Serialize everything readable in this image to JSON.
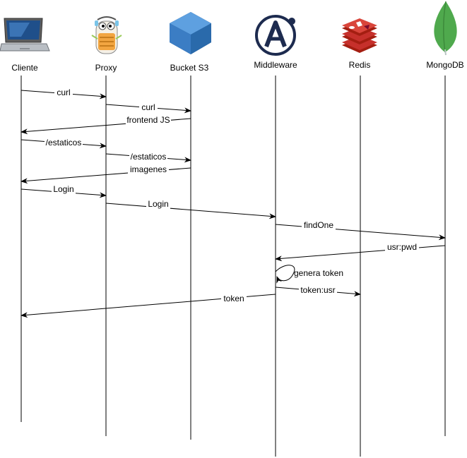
{
  "actors": [
    {
      "id": "cliente",
      "label": "Cliente",
      "icon": "laptop-icon"
    },
    {
      "id": "proxy",
      "label": "Proxy",
      "icon": "gopher-proxy-icon"
    },
    {
      "id": "bucket",
      "label": "Bucket S3",
      "icon": "s3-bucket-icon"
    },
    {
      "id": "middleware",
      "label": "Middleware",
      "icon": "middleware-a-logo-icon"
    },
    {
      "id": "redis",
      "label": "Redis",
      "icon": "redis-icon"
    },
    {
      "id": "mongodb",
      "label": "MongoDB",
      "icon": "mongodb-leaf-icon"
    }
  ],
  "messages": [
    {
      "from": "cliente",
      "to": "proxy",
      "label": "curl"
    },
    {
      "from": "proxy",
      "to": "bucket",
      "label": "curl"
    },
    {
      "from": "bucket",
      "to": "cliente",
      "label": "frontend JS"
    },
    {
      "from": "cliente",
      "to": "proxy",
      "label": "/estaticos"
    },
    {
      "from": "proxy",
      "to": "bucket",
      "label": "/estaticos"
    },
    {
      "from": "bucket",
      "to": "cliente",
      "label": "imagenes"
    },
    {
      "from": "cliente",
      "to": "proxy",
      "label": "Login"
    },
    {
      "from": "proxy",
      "to": "middleware",
      "label": "Login"
    },
    {
      "from": "middleware",
      "to": "mongodb",
      "label": "findOne"
    },
    {
      "from": "mongodb",
      "to": "middleware",
      "label": "usr:pwd"
    },
    {
      "from": "middleware",
      "to": "middleware",
      "label": "genera token"
    },
    {
      "from": "middleware",
      "to": "redis",
      "label": "token:usr"
    },
    {
      "from": "middleware",
      "to": "cliente",
      "label": "token"
    }
  ],
  "colors": {
    "line": "#000000",
    "laptop_frame": "#4a4a4a",
    "laptop_screen": "#1f4f8a",
    "s3_blue": "#3b7dc4",
    "s3_dark": "#1d4f86",
    "middleware_navy": "#1d2b4f",
    "redis_red": "#c6302b",
    "mongo_green": "#4fa94d",
    "gopher_orange": "#f2a541"
  }
}
